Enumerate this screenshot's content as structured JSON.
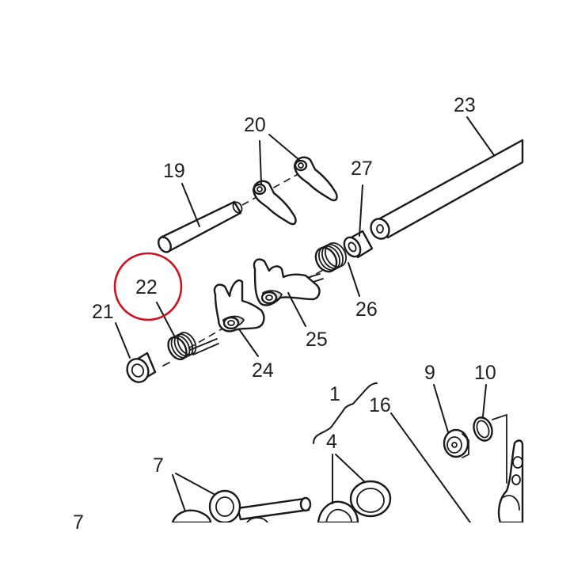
{
  "diagram": {
    "callouts": {
      "c1": "1",
      "c4": "4",
      "c7a": "7",
      "c7b": "7",
      "c9": "9",
      "c10": "10",
      "c16": "16",
      "c19": "19",
      "c20": "20",
      "c21": "21",
      "c22": "22",
      "c23": "23",
      "c24": "24",
      "c25": "25",
      "c26": "26",
      "c27": "27"
    },
    "highlight": {
      "target": "22",
      "color": "#d0101c"
    },
    "line_color": "#1a1a1a"
  }
}
